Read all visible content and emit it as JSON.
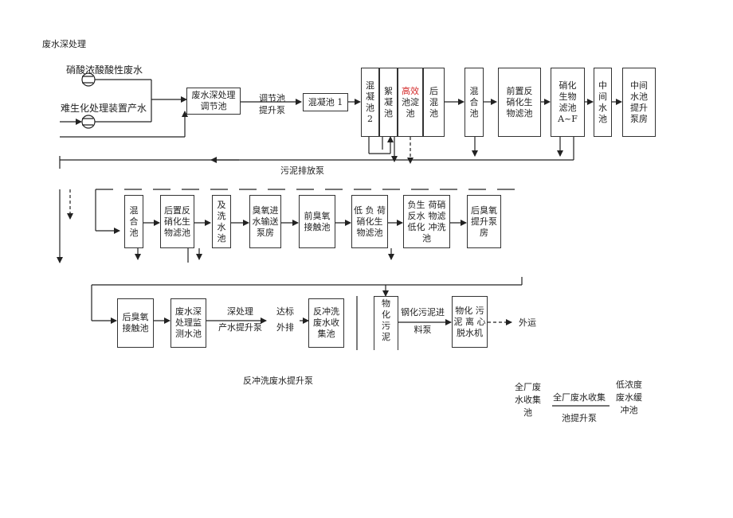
{
  "title": "废水深处理",
  "inputs": {
    "input1": "硝酸浓酸酸性废水",
    "input2": "难生化处理装置产水"
  },
  "row1": {
    "b_deep": "废水深处理\n调节池",
    "lbl_pump1": "调节池\n提升泵",
    "b_coag1": "混凝池 1",
    "b_coag2": "混\n凝\n池\n2",
    "b_floc": "絮\n凝\n池",
    "b_hieff_a": "高效",
    "b_hieff_b": "池淀\n池",
    "b_post": "后\n混\n池",
    "b_mix": "混\n合\n池",
    "b_predenit": "前置反\n硝化生\n物滤池",
    "b_nitrif": "硝化\n生物\n滤池\nA~F",
    "b_mid": "中\n间\n水\n池",
    "b_midpump": "中间\n水池\n提升\n泵房"
  },
  "lbl_sludge": "污泥排放泵",
  "row2": {
    "b_mix2": "混\n合\n池",
    "b_postdenit": "后置反\n硝化生\n物滤池",
    "b_washtank": "及\n洗\n水\n池",
    "b_ozonefeed": "臭氧进\n水输送\n泵房",
    "b_preozone": "前臭氧\n接触池",
    "b_lowload": "低 负 荷\n硝化生\n物滤池",
    "b_bw_a": "负生\n反水\n低化",
    "b_bw_b": "荷硝\n物滤\n冲洗",
    "b_bw_c": "池",
    "b_postozpump": "后臭氧\n提升泵\n房"
  },
  "row3": {
    "b_postozone": "后臭氧\n接触池",
    "b_monitor": "废水深\n处理监\n测水池",
    "lbl_pump2": "深处理\n产水提升泵",
    "lbl_discharge": "达标\n外排",
    "b_bwcollect": "反冲洗\n废水收\n集池",
    "b_sludge": "物\n化\n污\n泥",
    "lbl_pump3": "钢化污泥进\n料泵",
    "b_dewater": "物化 污\n泥 离 心\n脱水机",
    "lbl_out": "外运"
  },
  "lbl_bwpump": "反冲洗废水提升泵",
  "legend": {
    "l1": "全厂废\n水收集\n池",
    "l2": "全厂废水收集\n池提升泵",
    "l3": "低浓度\n废水缓\n冲池"
  }
}
